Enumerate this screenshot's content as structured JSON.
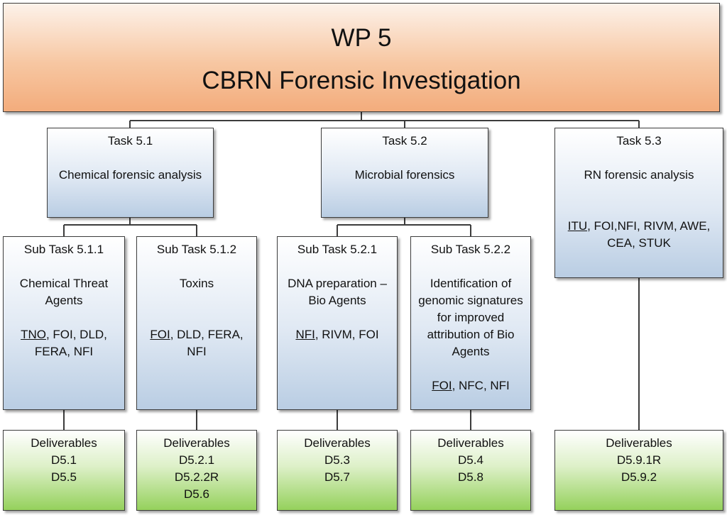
{
  "wp": {
    "id": "WP 5",
    "title": "CBRN Forensic Investigation"
  },
  "tasks": [
    {
      "label": "Task 5.1",
      "title": "Chemical forensic analysis"
    },
    {
      "label": "Task 5.2",
      "title": "Microbial forensics"
    },
    {
      "label": "Task 5.3",
      "title": "RN forensic analysis",
      "lead": "ITU",
      "partners_rest": ", FOI,NFI, RIVM, AWE,",
      "partners_line2": "CEA, STUK"
    }
  ],
  "subtasks": [
    {
      "label": "Sub Task 5.1.1",
      "title_lines": [
        "Chemical Threat",
        "Agents"
      ],
      "lead": "TNO",
      "partners_rest": ", FOI, DLD,",
      "partners_line2": "FERA, NFI"
    },
    {
      "label": "Sub Task 5.1.2",
      "title_lines": [
        "Toxins"
      ],
      "lead": "FOI",
      "partners_rest": ", DLD, FERA, NFI"
    },
    {
      "label": "Sub Task 5.2.1",
      "title_lines": [
        "DNA preparation –",
        "Bio Agents"
      ],
      "lead": "NFI",
      "partners_rest": ", RIVM, FOI"
    },
    {
      "label": "Sub Task 5.2.2",
      "title_lines": [
        "Identification of",
        "genomic signatures",
        "for improved",
        "attribution of Bio",
        "Agents"
      ],
      "lead": "FOI",
      "partners_rest": ", NFC, NFI"
    }
  ],
  "deliverables": [
    {
      "label": "Deliverables",
      "items": [
        "D5.1",
        "D5.5"
      ]
    },
    {
      "label": "Deliverables",
      "items": [
        "D5.2.1",
        "D5.2.2R",
        "D5.6"
      ]
    },
    {
      "label": "Deliverables",
      "items": [
        "D5.3",
        "D5.7"
      ]
    },
    {
      "label": "Deliverables",
      "items": [
        "D5.4",
        "D5.8"
      ]
    },
    {
      "label": "Deliverables",
      "items": [
        "D5.9.1R",
        "D5.9.2"
      ]
    }
  ]
}
